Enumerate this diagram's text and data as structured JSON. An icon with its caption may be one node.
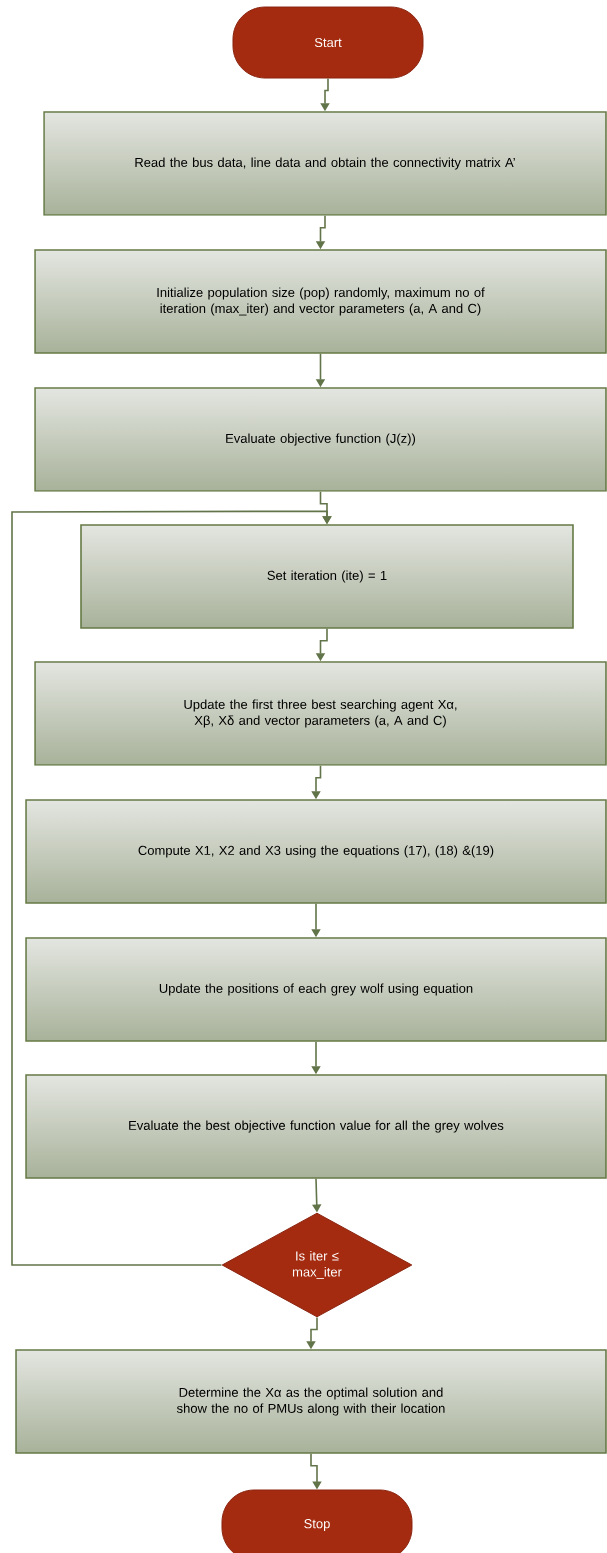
{
  "diagram": {
    "nodes": [
      {
        "text": [
          "Start"
        ]
      },
      {
        "text": [
          "Read the bus data, line data and obtain the connectivity matrix A’"
        ]
      },
      {
        "text": [
          "Initialize population size (pop) randomly, maximum no of iteration (max_iter) and vector parameters (a, A and C)"
        ]
      },
      {
        "text": [
          "Evaluate objective function (J(z))"
        ]
      },
      {
        "text": [
          "Set iteration (ite) = 1"
        ]
      },
      {
        "text": [
          "Update the first three best searching agent Xα, Xβ, Xδ and vector parameters (a, A and C)"
        ]
      },
      {
        "text": [
          "Compute X1, X2 and X3 using the equations (17), (18) &(19)"
        ]
      },
      {
        "text": [
          "Update the positions of each grey wolf using equation"
        ]
      },
      {
        "text": [
          "Evaluate the best objective function value for all the grey wolves"
        ]
      },
      {
        "text": [
          "Is iter ≤ max_iter"
        ]
      },
      {
        "text": [
          "Determine the Xα as the optimal solution and show the no of PMUs along with their location"
        ]
      },
      {
        "text": [
          "Stop"
        ]
      }
    ],
    "edges": [
      {
        "from": 0,
        "to": 1,
        "arrow": "to"
      },
      {
        "from": 1,
        "to": 2,
        "arrow": "to"
      },
      {
        "from": 2,
        "to": 3,
        "arrow": "to"
      },
      {
        "from": 3,
        "to": 4,
        "arrow": "to"
      },
      {
        "from": 4,
        "to": 5,
        "arrow": "to"
      },
      {
        "from": 5,
        "to": 6,
        "arrow": "to"
      },
      {
        "from": 6,
        "to": 7,
        "arrow": "to"
      },
      {
        "from": 7,
        "to": 8,
        "arrow": "to"
      },
      {
        "from": 8,
        "to": 9,
        "arrow": "to"
      },
      {
        "from": 9,
        "to": 4,
        "arrow": "to"
      },
      {
        "from": 9,
        "to": 10,
        "arrow": "to"
      },
      {
        "from": 10,
        "to": 11,
        "arrow": "to"
      }
    ]
  }
}
